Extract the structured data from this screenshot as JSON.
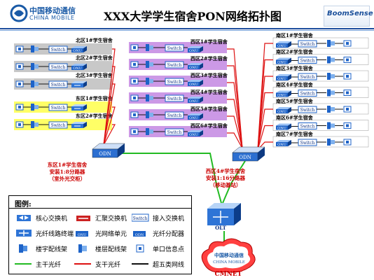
{
  "header": {
    "title": "XXX大学学生宿舍PON网络拓扑图",
    "cm_logo_cn": "中国移动通信",
    "cm_logo_en": "CHINA MOBILE",
    "boomsense_logo": "BoomSense"
  },
  "north_group": {
    "rows": [
      {
        "label": "北区1#学生宿舍",
        "switch": "Switch",
        "onu": "ONU",
        "color": "#c8c8c8"
      },
      {
        "label": "北区2#学生宿舍",
        "switch": "Switch",
        "onu": "ONU",
        "color": "#c8c8c8"
      },
      {
        "label": "北区3#学生宿舍",
        "switch": "Switch",
        "onu": "",
        "color": "#c8c8c8"
      },
      {
        "label": "东区1#学生宿舍",
        "switch": "Switch",
        "onu": "",
        "color": "#ffff66"
      },
      {
        "label": "东区2#学生宿舍",
        "switch": "Switch",
        "onu": "",
        "color": "#ffff66"
      }
    ]
  },
  "west_group": {
    "rows": [
      {
        "label": "西区1#学生宿舍",
        "switch": "Switch",
        "onu": "ONU"
      },
      {
        "label": "西区2#学生宿舍",
        "switch": "Switch",
        "onu": "ONU"
      },
      {
        "label": "西区3#学生宿舍",
        "switch": "Switch",
        "onu": "ONU"
      },
      {
        "label": "西区4#学生宿舍",
        "switch": "Switch",
        "onu": "ONU"
      },
      {
        "label": "西区5#学生宿舍",
        "switch": "Switch",
        "onu": "ONU"
      },
      {
        "label": "西区6#学生宿舍",
        "switch": "Switch",
        "onu": "ONU"
      }
    ],
    "color": "#cc99e6"
  },
  "south_group": {
    "rows": [
      {
        "label": "南区1#学生宿舍",
        "switch": "Switch",
        "onu": "ONU"
      },
      {
        "label": "南区2#学生宿舍",
        "switch": "Switch",
        "onu": "ONU"
      },
      {
        "label": "南区3#学生宿舍",
        "switch": "Switch",
        "onu": "ONU"
      },
      {
        "label": "南区4#学生宿舍",
        "switch": "Switch",
        "onu": "ONU"
      },
      {
        "label": "南区5#学生宿舍",
        "switch": "Switch",
        "onu": "ONU"
      },
      {
        "label": "南区6#学生宿舍",
        "switch": "Switch",
        "onu": "ONU"
      },
      {
        "label": "南区7#学生宿舍",
        "switch": "Switch",
        "onu": "ONU"
      }
    ]
  },
  "odn_left": {
    "label": "ODN",
    "caption_lines": [
      "东区1#学生宿舍",
      "安装1:8分路器",
      "（室外光交柜）"
    ]
  },
  "odn_right": {
    "label": "ODN",
    "caption_lines": [
      "西区4#学生宿舍",
      "安装1:16分路器",
      "（移动基站）"
    ]
  },
  "core": {
    "olt_label": "OLT",
    "cloud_cn": "中国移动通信",
    "cloud_en": "CHINA MOBILE",
    "cloud_caption": "CMNET"
  },
  "legend": {
    "title": "图例:",
    "items": [
      {
        "label": "核心交换机",
        "icon": "core-switch-icon"
      },
      {
        "label": "汇聚交换机",
        "icon": "aggregation-switch-icon"
      },
      {
        "label": "接入交换机",
        "icon": "access-switch-icon",
        "tag": "Switch"
      },
      {
        "label": "光纤线路终端",
        "icon": "olt-icon"
      },
      {
        "label": "光网络单元",
        "icon": "onu-icon",
        "tag": "ONU"
      },
      {
        "label": "光纤分配器",
        "icon": "splitter-icon",
        "tag": "ODN"
      },
      {
        "label": "楼宇配线架",
        "icon": "building-patch-panel-icon"
      },
      {
        "label": "楼层配线架",
        "icon": "floor-patch-panel-icon"
      },
      {
        "label": "单口信息点",
        "icon": "info-point-icon"
      },
      {
        "label": "主干光纤",
        "icon": "trunk-fiber-line"
      },
      {
        "label": "支干光纤",
        "icon": "branch-fiber-line"
      },
      {
        "label": "超五类网线",
        "icon": "cat5e-cable-line"
      }
    ]
  },
  "colors": {
    "trunk_fiber": "#22bb22",
    "branch_fiber": "#dd1111",
    "cable": "#111111",
    "device_blue": "#1e63c8"
  }
}
